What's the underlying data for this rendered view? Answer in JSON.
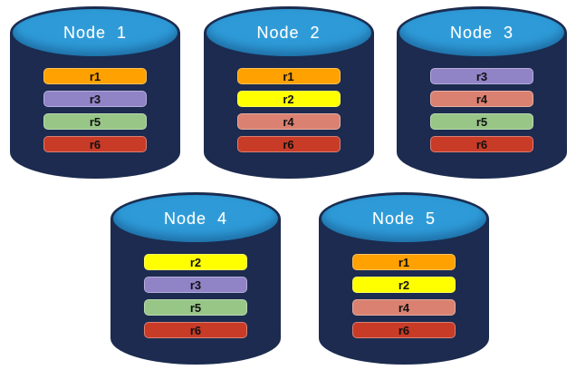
{
  "diagram": {
    "description": "Five database node cylinders with replica partitions"
  },
  "colors": {
    "cylinder_body": "#1C2B4F",
    "cylinder_top": "#2E9BD8",
    "cylinder_top_stroke": "#1B2C50",
    "bar_text": "#111111",
    "node_label_text": "#FFFFFF",
    "replicas": {
      "r1": "#FFA100",
      "r2": "#FFFF00",
      "r3": "#9083C6",
      "r4": "#DA8171",
      "r5": "#97C687",
      "r6": "#C83B27"
    }
  },
  "nodes": [
    {
      "label": "Node  1",
      "replicas": [
        "r1",
        "r3",
        "r5",
        "r6"
      ]
    },
    {
      "label": "Node  2",
      "replicas": [
        "r1",
        "r2",
        "r4",
        "r6"
      ]
    },
    {
      "label": "Node  3",
      "replicas": [
        "r3",
        "r4",
        "r5",
        "r6"
      ]
    },
    {
      "label": "Node  4",
      "replicas": [
        "r2",
        "r3",
        "r5",
        "r6"
      ]
    },
    {
      "label": "Node  5",
      "replicas": [
        "r1",
        "r2",
        "r4",
        "r6"
      ]
    }
  ]
}
